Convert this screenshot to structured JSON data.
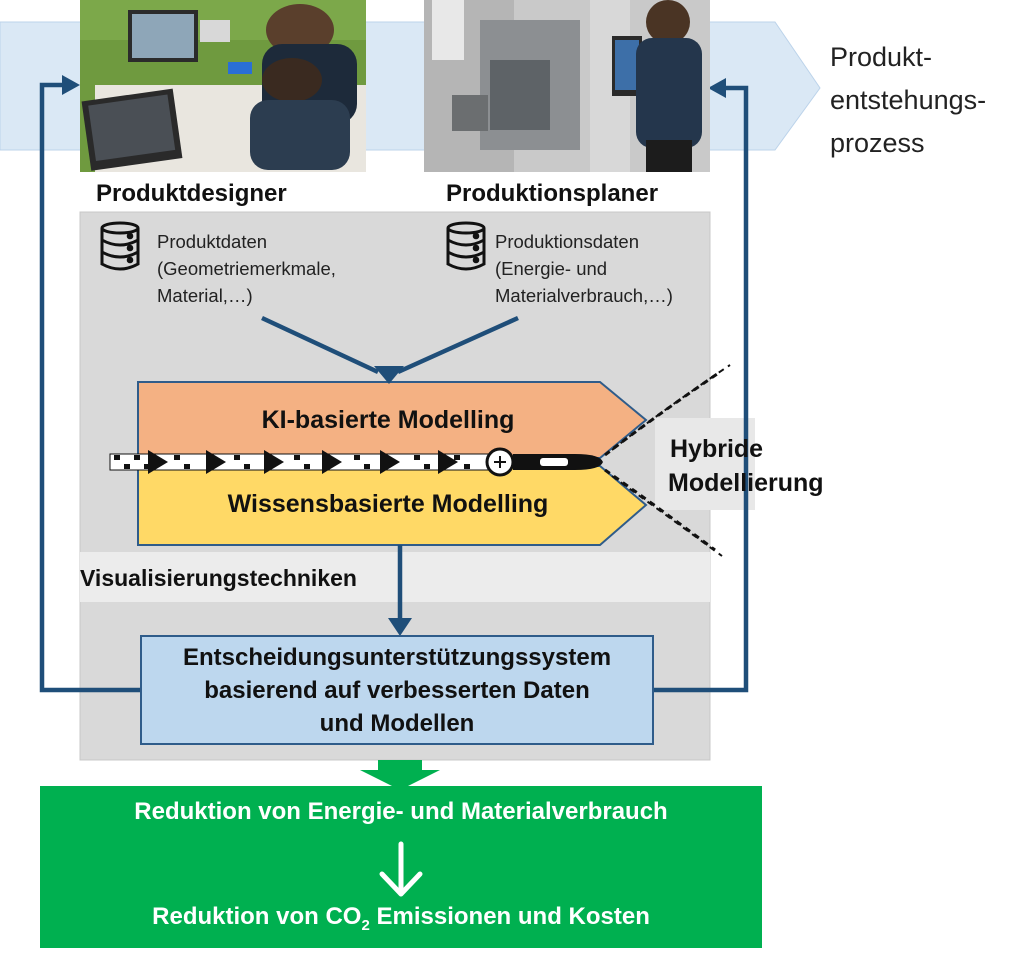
{
  "process": {
    "label_line1": "Produkt-",
    "label_line2": "entstehungs-",
    "label_line3": "prozess"
  },
  "roles": {
    "designer": {
      "label": "Produktdesigner",
      "db_line1": "Produktdaten",
      "db_line2": "(Geometriemerkmale,",
      "db_line3": "Material,…)"
    },
    "planner": {
      "label": "Produktionsplaner",
      "db_line1": "Produktionsdaten",
      "db_line2": "(Energie- und",
      "db_line3": "Materialverbrauch,…)"
    }
  },
  "modelling": {
    "ki_label": "KI-basierte Modelling",
    "knowledge_label": "Wissensbasierte Modelling",
    "hybrid_line1": "Hybride",
    "hybrid_line2": "Modellierung"
  },
  "visualization": {
    "label": "Visualisierungstechniken"
  },
  "decision_support": {
    "line1": "Entscheidungsunterstützungssystem",
    "line2": "basierend auf verbesserten Daten",
    "line3": "und Modellen"
  },
  "outcome": {
    "line1": "Reduktion von Energie- und Materialverbrauch",
    "line2_prefix": "Reduktion von CO",
    "line2_sub": "2",
    "line2_suffix": " Emissionen und Kosten"
  },
  "colors": {
    "process_band": "#dae8f5",
    "gray_panel": "#d9d9d9",
    "ki_fill": "#f4b183",
    "knowledge_fill": "#ffd966",
    "dss_fill": "#bdd7ee",
    "outcome_green": "#00b050",
    "arrow_blue": "#1f4e79"
  }
}
